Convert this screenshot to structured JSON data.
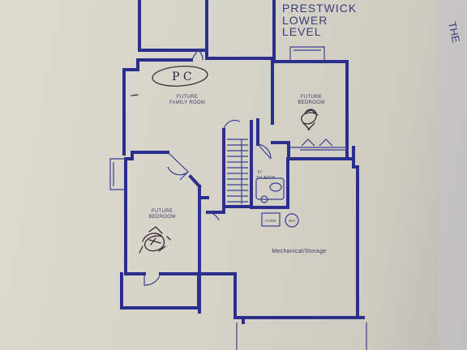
{
  "title": {
    "line1": "PRESTWICK",
    "line2": "LOWER",
    "line3": "LEVEL"
  },
  "edge_text": "THE",
  "handwritten_note": "P C",
  "rooms": {
    "family": {
      "line1": "FUTURE",
      "line2": "FAMILY ROOM"
    },
    "bedroom_right": {
      "line1": "FUTURE",
      "line2": "BEDROOM"
    },
    "bedroom_left": {
      "line1": "FUTURE",
      "line2": "BEDROOM"
    },
    "bath": {
      "line1": "F/",
      "line2": "3/4 BATH"
    },
    "mechanical": {
      "label": "Mechanical/Storage"
    }
  },
  "equipment": {
    "furnace": "FURN",
    "water_heater": "WH"
  }
}
